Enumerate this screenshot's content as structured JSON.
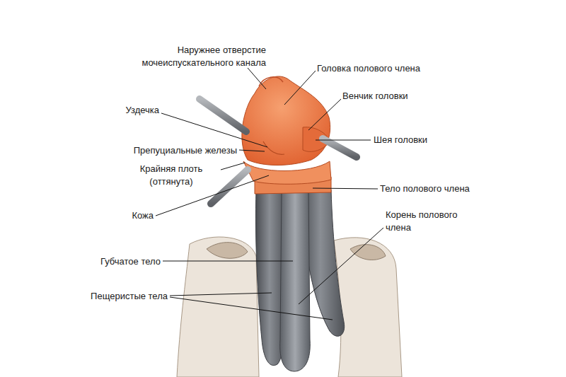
{
  "diagram": {
    "labels": [
      "Наружнее отверстие мочеиспускательного канала",
      "Головка полового члена",
      "Венчик головки",
      "Уздечка",
      "Шея головки",
      "Препуциальные железы",
      "Крайняя плоть (оттянута)",
      "Тело полового члена",
      "Корень полового члена",
      "Кожа",
      "Губчатое тело",
      "Пещеристые тела"
    ]
  }
}
